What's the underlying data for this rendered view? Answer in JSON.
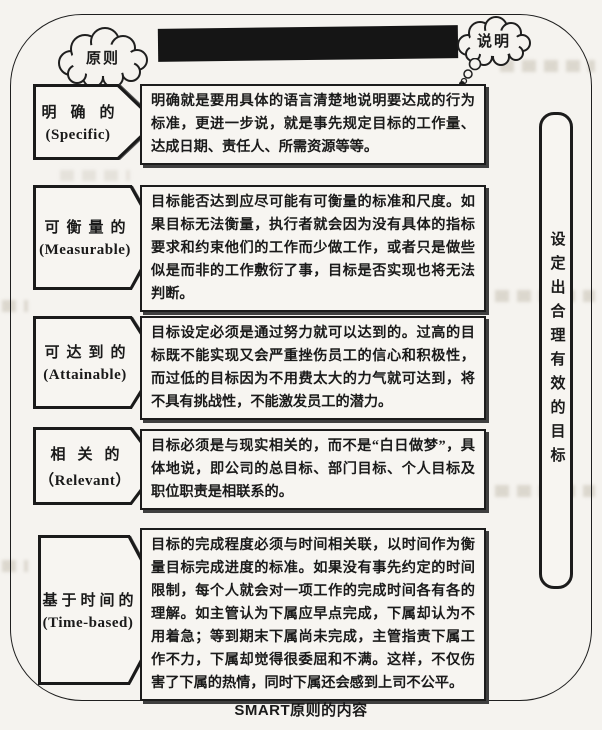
{
  "diagram": {
    "caption": "SMART原则的内容",
    "header": {
      "left_cloud_label": "原则",
      "right_cloud_label": "说明"
    },
    "goal_banner": "设定出合理有效的目标",
    "principles": [
      {
        "label_cn": "明确的",
        "label_en": "(Specific)",
        "description": "明确就是要用具体的语言清楚地说明要达成的行为标准，更进一步说，就是事先规定目标的工作量、达成日期、责任人、所需资源等等。"
      },
      {
        "label_cn": "可衡量的",
        "label_en": "(Measurable)",
        "description": "目标能否达到应尽可能有可衡量的标准和尺度。如果目标无法衡量，执行者就会因为没有具体的指标要求和约束他们的工作而少做工作，或者只是做些似是而非的工作敷衍了事，目标是否实现也将无法判断。"
      },
      {
        "label_cn": "可达到的",
        "label_en": "(Attainable)",
        "description": "目标设定必须是通过努力就可以达到的。过高的目标既不能实现又会严重挫伤员工的信心和积极性，而过低的目标因为不用费太大的力气就可达到，将不具有挑战性，不能激发员工的潜力。"
      },
      {
        "label_cn": "相关的",
        "label_en": "（Relevant）",
        "description": "目标必须是与现实相关的，而不是“白日做梦”，具体地说，即公司的总目标、部门目标、个人目标及职位职责是相联系的。"
      },
      {
        "label_cn": "基于时间的",
        "label_en": "(Time-based)",
        "description": "目标的完成程度必须与时间相关联，以时间作为衡量目标完成进度的标准。如果没有事先约定的时间限制，每个人就会对一项工作的完成时间各有各的理解。如主管认为下属应早点完成，下属却认为不用着急；等到期末下属尚未完成，主管指责下属工作不力，下属却觉得很委屈和不满。这样，不仅伤害了下属的热情，同时下属还会感到上司不公平。"
      }
    ],
    "colors": {
      "ink": "#1a1a1a",
      "paper": "#f5f3ef",
      "box_fill": "#f7f5f1",
      "redaction": "#151515",
      "box_shadow": "#3f3f3f"
    }
  }
}
